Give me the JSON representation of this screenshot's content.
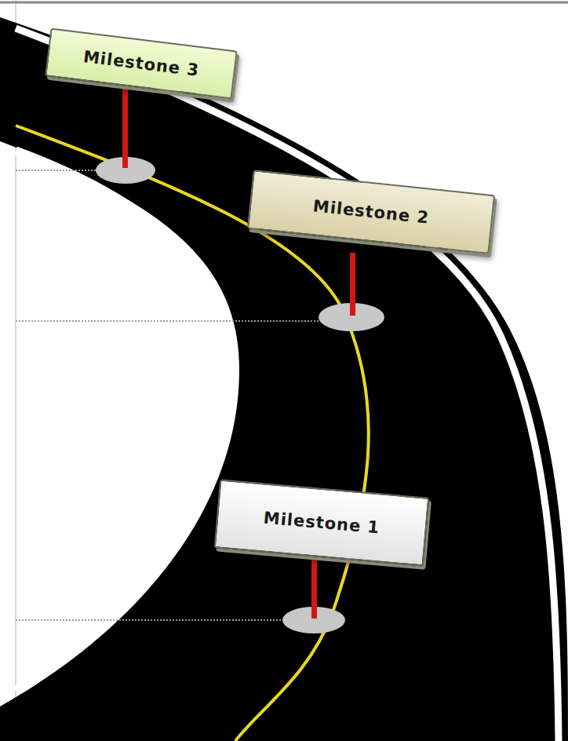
{
  "diagram": {
    "nodes": [
      {
        "text": [
          "Milestone 3"
        ]
      },
      {
        "text": [
          "Milestone 2"
        ]
      },
      {
        "text": [
          "Milestone 1"
        ]
      }
    ]
  }
}
